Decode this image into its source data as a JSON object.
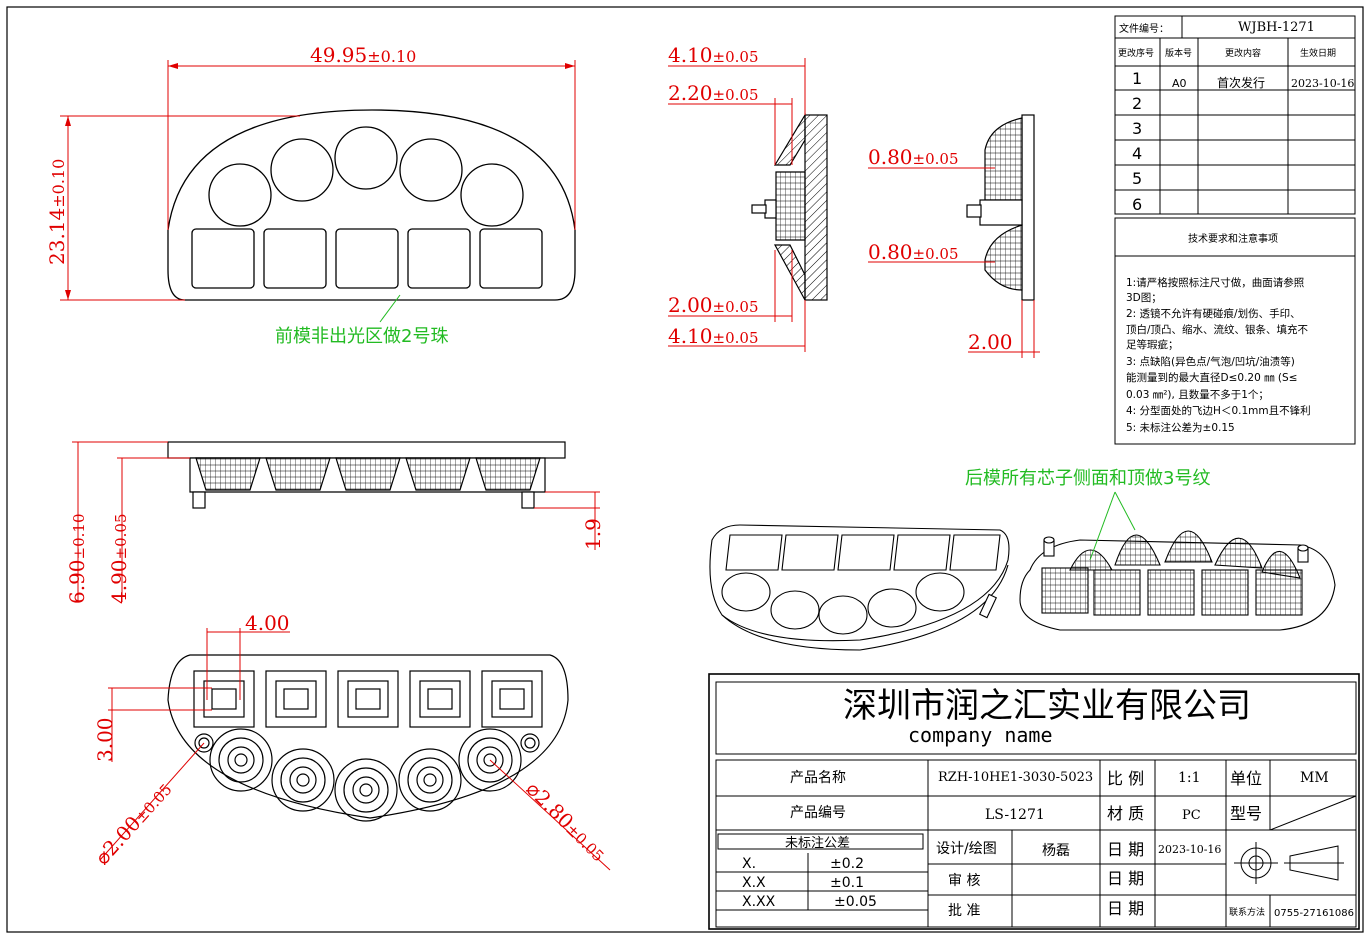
{
  "revision_table": {
    "file_no_label": "文件编号：",
    "file_no": "WJBH-1271",
    "headers": [
      "更改序号",
      "版本号",
      "更改内容",
      "生效日期"
    ],
    "rows": [
      {
        "seq": "1",
        "ver": "A0",
        "content": "首次发行",
        "date": "2023-10-16"
      },
      {
        "seq": "2",
        "ver": "",
        "content": "",
        "date": ""
      },
      {
        "seq": "3",
        "ver": "",
        "content": "",
        "date": ""
      },
      {
        "seq": "4",
        "ver": "",
        "content": "",
        "date": ""
      },
      {
        "seq": "5",
        "ver": "",
        "content": "",
        "date": ""
      },
      {
        "seq": "6",
        "ver": "",
        "content": "",
        "date": ""
      }
    ]
  },
  "notes": {
    "title": "技术要求和注意事项",
    "lines": [
      "1:请严格按照标注尺寸做，曲面请参照",
      "3D图；",
      "2: 透镜不允许有硬碰痕/划伤、手印、",
      "顶白/顶凸、缩水、流纹、银条、填充不",
      "足等瑕疵；",
      "3: 点缺陷(异色点/气泡/凹坑/油渍等)",
      "能测量到的最大直径D≤0.20 ㎜ (S≤",
      "0.03 ㎜²),  且数量不多于1个；",
      "4: 分型面处的飞边H＜0.1mm且不锋利",
      "5: 未标注公差为±0.15"
    ]
  },
  "dimensions": {
    "width": "49.95",
    "width_tol": "±0.10",
    "height": "23.14",
    "height_tol": "±0.10",
    "side_a": "4.10",
    "side_b": "2.20",
    "side_c": "2.00",
    "side_d": "4.10",
    "side_tol": "±0.05",
    "right_a": "0.80",
    "right_b": "0.80",
    "right_tol": "±0.05",
    "right_c": "2.00",
    "front_a": "6.90",
    "front_a_tol": "±0.10",
    "front_b": "4.90",
    "front_b_tol": "±0.05",
    "front_c": "1.9",
    "bottom_a": "4.00",
    "bottom_b": "3.00",
    "dia_a": "⌀2.00",
    "dia_a_tol": "±0.05",
    "dia_b": "⌀2.80",
    "dia_b_tol": "±0.05"
  },
  "annotations": {
    "front_mold": "前模非出光区做2号珠",
    "rear_mold": "后模所有芯子侧面和顶做3号纹"
  },
  "title_block": {
    "company_cn": "深圳市润之汇实业有限公司",
    "company_en": "company     name",
    "product_name_label": "产品名称",
    "product_name": "RZH-10HE1-3030-5023",
    "product_no_label": "产品编号",
    "product_no": "LS-1271",
    "scale_label": "比 例",
    "scale": "1:1",
    "unit_label": "单位",
    "unit": "MM",
    "material_label": "材 质",
    "material": "PC",
    "type_label": "型号",
    "type": "",
    "tolerance_title": "未标注公差",
    "tolerances": [
      {
        "k": "X.",
        "v": "±0.2"
      },
      {
        "k": "X.X",
        "v": "±0.1"
      },
      {
        "k": "X.XX",
        "v": "±0.05"
      }
    ],
    "design_label": "设计/绘图",
    "designer": "杨磊",
    "review_label": "审  核",
    "approve_label": "批  准",
    "date_label": "日 期",
    "date": "2023-10-16",
    "contact_label": "联系方法",
    "contact": "0755-27161086"
  },
  "colors": {
    "dimension": "#e00000",
    "annotation": "#22bb22",
    "line": "#000000"
  }
}
